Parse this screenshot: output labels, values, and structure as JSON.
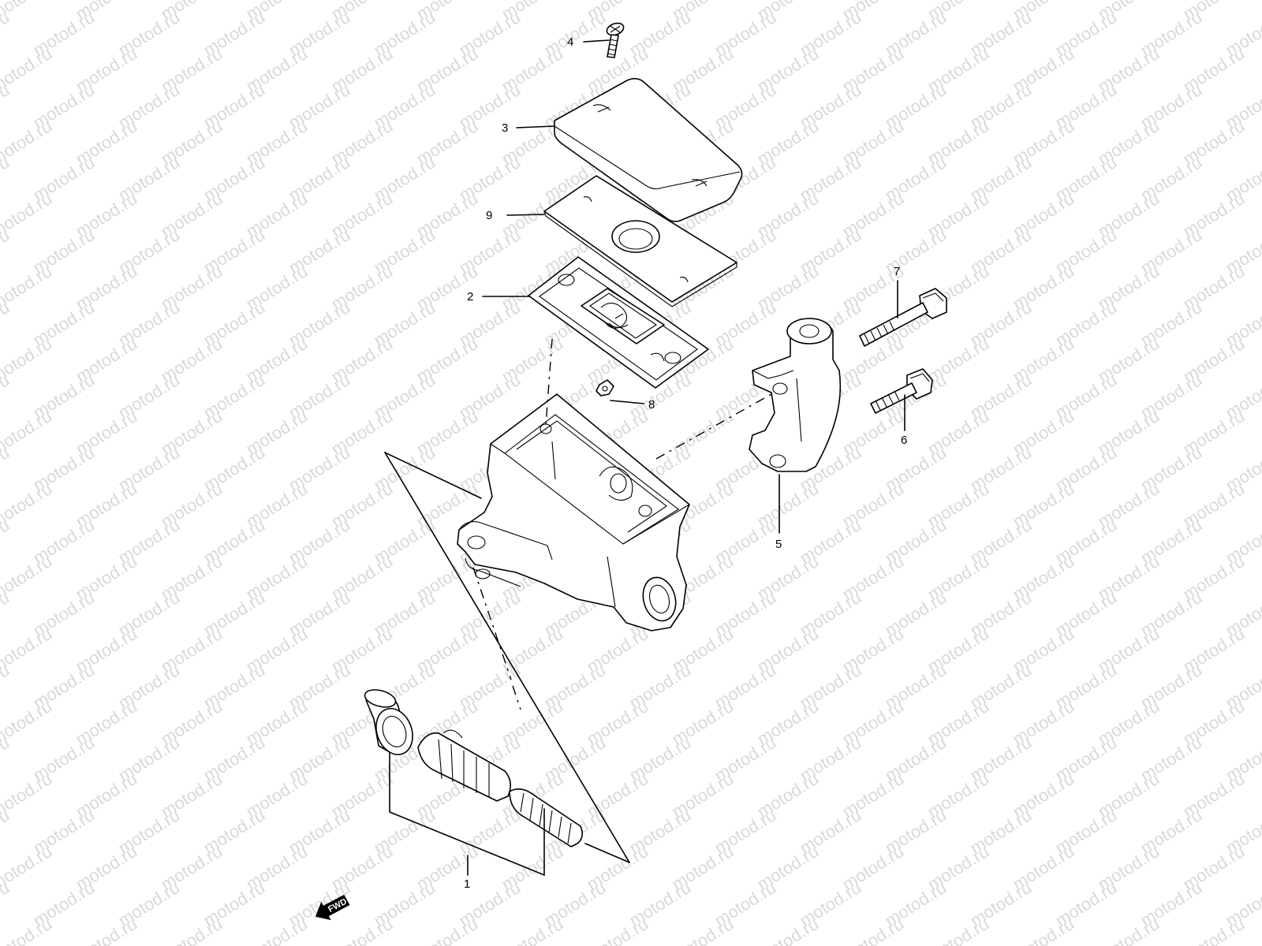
{
  "watermark": {
    "text": "motod.ru",
    "color": "#d9d9d9"
  },
  "diagram": {
    "callouts": [
      {
        "id": "c1",
        "number": "1"
      },
      {
        "id": "c2",
        "number": "2"
      },
      {
        "id": "c3",
        "number": "3"
      },
      {
        "id": "c4",
        "number": "4"
      },
      {
        "id": "c5",
        "number": "5"
      },
      {
        "id": "c6",
        "number": "6"
      },
      {
        "id": "c7",
        "number": "7"
      },
      {
        "id": "c8",
        "number": "8"
      },
      {
        "id": "c9",
        "number": "9"
      }
    ],
    "direction_badge": {
      "text": "FWD",
      "icon": "forward-arrow-icon"
    },
    "line_color": "#000000"
  }
}
